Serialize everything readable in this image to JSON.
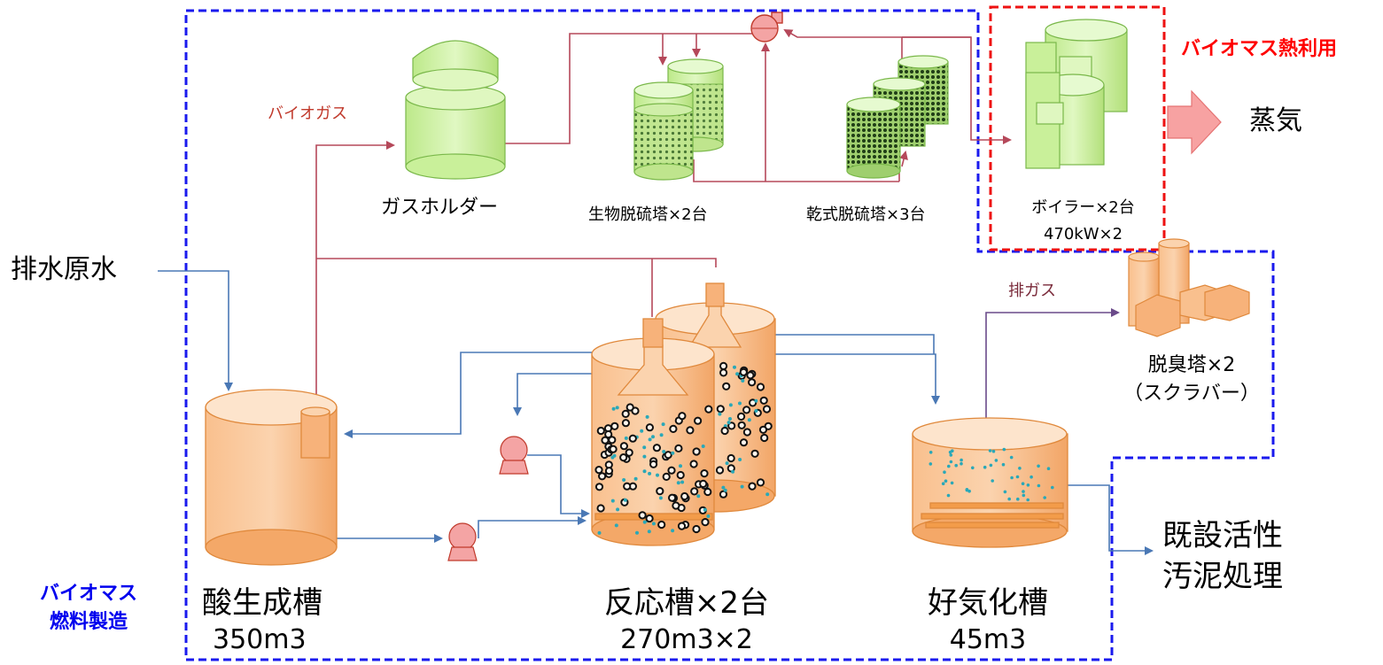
{
  "labels": {
    "biomass_heat": "バイオマス熱利用",
    "steam": "蒸気",
    "biogas": "バイオガス",
    "gas_holder": "ガスホルダー",
    "bio_desulf": "生物脱硫塔×2台",
    "dry_desulf": "乾式脱硫塔×3台",
    "boiler_line1": "ボイラー×2台",
    "boiler_line2": "470kW×2",
    "raw_wastewater": "排水原水",
    "exhaust_gas": "排ガス",
    "deodor_line1": "脱臭塔×2",
    "deodor_line2": "（スクラバー）",
    "acid_tank_line1": "酸生成槽",
    "acid_tank_line2": "350m3",
    "reactor_line1": "反応槽×2台",
    "reactor_line2": "270m3×2",
    "aerobic_line1": "好気化槽",
    "aerobic_line2": "45m3",
    "existing_line1": "既設活性",
    "existing_line2": "汚泥処理",
    "biomass_fuel_line1": "バイオマス",
    "biomass_fuel_line2": "燃料製造"
  },
  "colors": {
    "blue_boundary": "#1a1aee",
    "red_boundary": "#ee1111",
    "gas_line": "#b5485a",
    "water_line": "#4a78b5",
    "tank_orange": "#f7b27a",
    "equipment_green": "#c9f09a",
    "pump_pink": "#f4a4a4"
  }
}
